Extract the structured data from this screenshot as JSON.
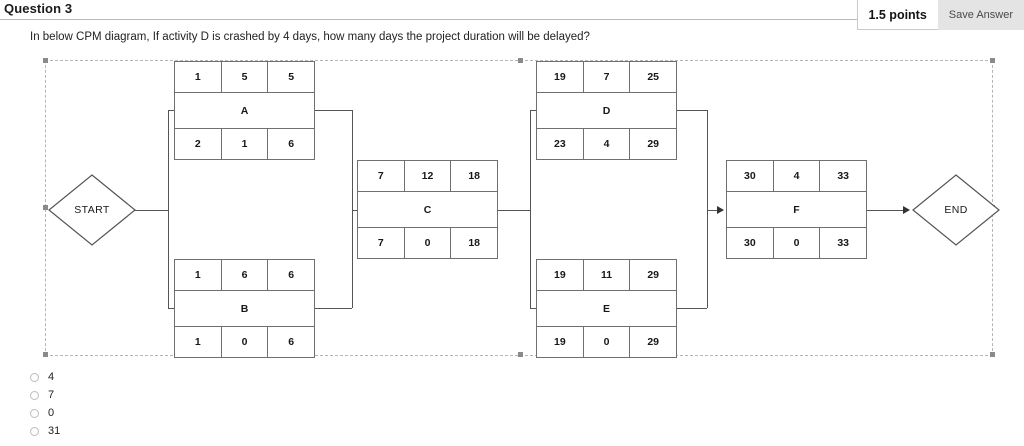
{
  "header": {
    "question_title": "Question 3",
    "points": "1.5 points",
    "save_label": "Save Answer"
  },
  "question": {
    "text": "In below CPM diagram, If activity D is crashed by 4 days, how many days the project duration will be delayed?"
  },
  "diagram": {
    "start_label": "START",
    "end_label": "END",
    "nodes": [
      {
        "id": "A",
        "name": "A",
        "es": "1",
        "dur": "5",
        "ef": "5",
        "ls": "2",
        "tf": "1",
        "lf": "6"
      },
      {
        "id": "B",
        "name": "B",
        "es": "1",
        "dur": "6",
        "ef": "6",
        "ls": "1",
        "tf": "0",
        "lf": "6"
      },
      {
        "id": "C",
        "name": "C",
        "es": "7",
        "dur": "12",
        "ef": "18",
        "ls": "7",
        "tf": "0",
        "lf": "18"
      },
      {
        "id": "D",
        "name": "D",
        "es": "19",
        "dur": "7",
        "ef": "25",
        "ls": "23",
        "tf": "4",
        "lf": "29"
      },
      {
        "id": "E",
        "name": "E",
        "es": "19",
        "dur": "11",
        "ef": "29",
        "ls": "19",
        "tf": "0",
        "lf": "29"
      },
      {
        "id": "F",
        "name": "F",
        "es": "30",
        "dur": "4",
        "ef": "33",
        "ls": "30",
        "tf": "0",
        "lf": "33"
      }
    ]
  },
  "answers": {
    "options": [
      {
        "label": "4"
      },
      {
        "label": "7"
      },
      {
        "label": "0"
      },
      {
        "label": "31"
      }
    ]
  }
}
